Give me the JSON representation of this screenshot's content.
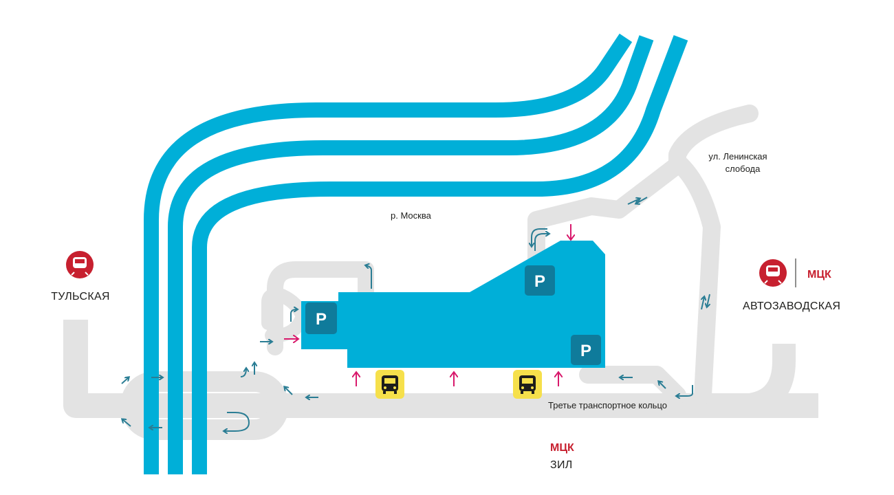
{
  "labels": {
    "river": "р. Москва",
    "street": [
      "ул. Ленинская",
      "слобода"
    ],
    "ring_road": "Третье транспортное кольцо"
  },
  "stations": {
    "tulskaya": {
      "name": "ТУЛЬСКАЯ",
      "icon": "metro-icon"
    },
    "avtozavodskaya": {
      "name": "АВТОЗАВОДСКАЯ",
      "line": "МЦК",
      "icon": "metro-icon"
    },
    "zil": {
      "name": "ЗИЛ",
      "line": "МЦК"
    }
  },
  "parking": {
    "letter": "P",
    "count": 3
  },
  "bus_stops": {
    "icon": "bus-icon",
    "count": 2
  },
  "colors": {
    "river": "#00afd8",
    "building": "#00afd8",
    "parking": "#0f7b9b",
    "road": "#e3e3e3",
    "traffic_arrow": "#2a7d94",
    "pedestrian_arrow": "#d8186b",
    "metro": "#c7202f",
    "bus": "#f6e04b"
  }
}
